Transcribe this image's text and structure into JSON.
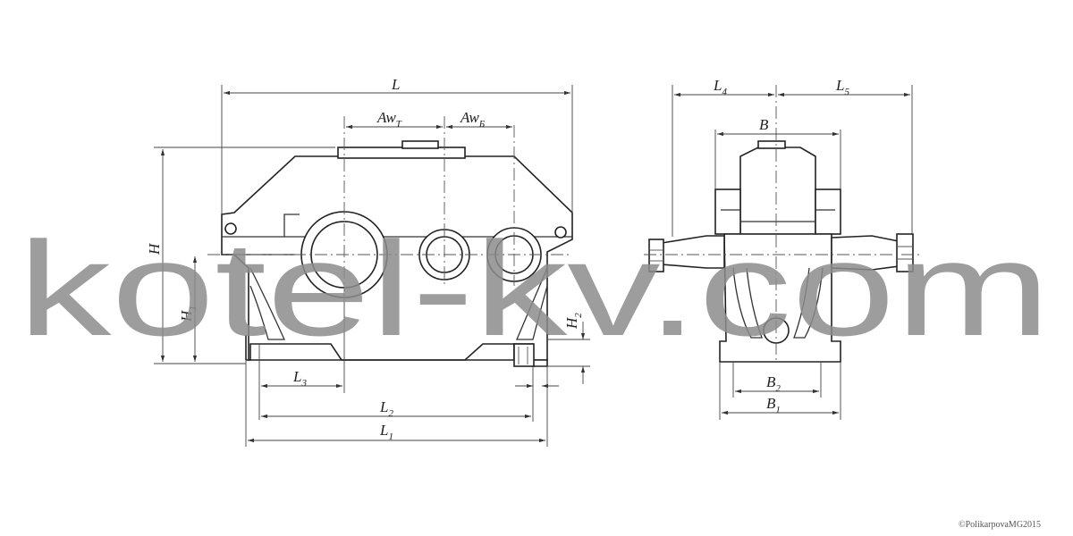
{
  "labels": {
    "L": "L",
    "Aw_T": "Aw",
    "Aw_T_sub": "T",
    "Aw_B": "Aw",
    "Aw_B_sub": "Б",
    "H": "H",
    "H1": "H",
    "H1_sub": "1",
    "H2": "H",
    "H2_sub": "2",
    "L1": "L",
    "L1_sub": "1",
    "L2": "L",
    "L2_sub": "2",
    "L3": "L",
    "L3_sub": "3",
    "L4": "L",
    "L4_sub": "4",
    "L5": "L",
    "L5_sub": "5",
    "B": "B",
    "B1": "B",
    "B1_sub": "1",
    "B2": "B",
    "B2_sub": "2"
  },
  "watermark": "kotel-kv.com",
  "copyright": "©PolikarpovaMG2015"
}
